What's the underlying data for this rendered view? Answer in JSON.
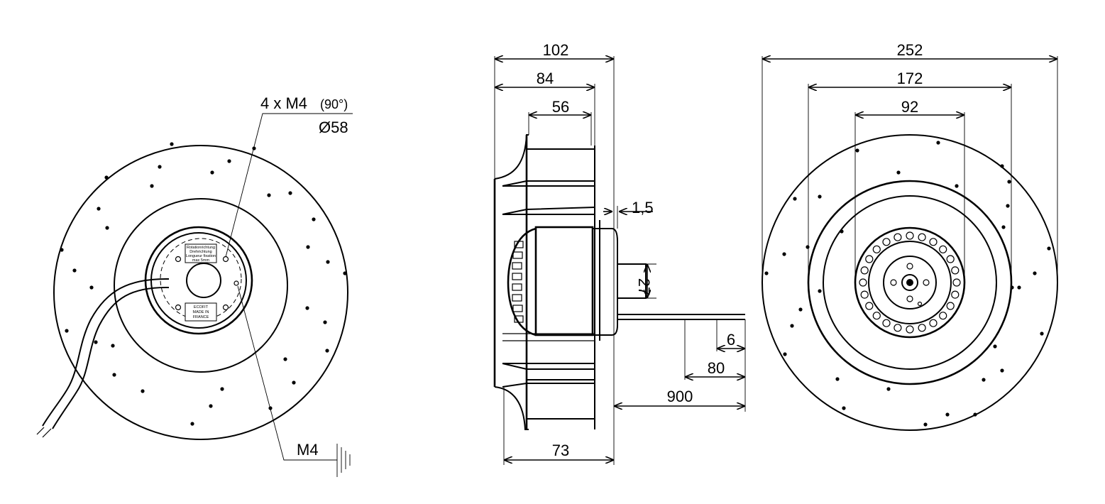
{
  "front_view": {
    "callout_holes": "4 x M4",
    "callout_angle": "(90°)",
    "callout_diameter": "Ø58",
    "ground_label": "M4",
    "nameplate_top": [
      "Rotationrichtung",
      "Drehrichtung",
      "Longueur fixation",
      "max 5mm"
    ],
    "nameplate_bottom": [
      "ECOFIT",
      "MADE IN",
      "FRANCE"
    ]
  },
  "side_view": {
    "dim_102": "102",
    "dim_84": "84",
    "dim_56": "56",
    "dim_1_5": "1,5",
    "dim_27": "27",
    "dim_6": "6",
    "dim_80": "80",
    "dim_900": "900",
    "dim_73": "73"
  },
  "rear_view": {
    "dim_252": "252",
    "dim_172": "172",
    "dim_92": "92"
  }
}
